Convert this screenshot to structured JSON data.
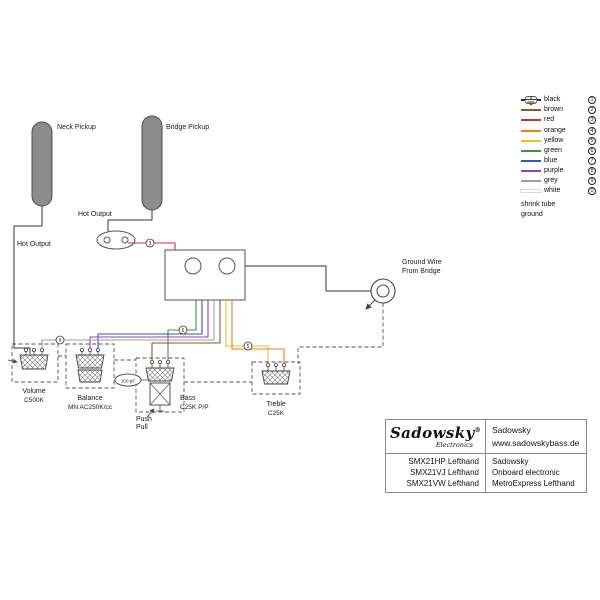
{
  "legend": {
    "items": [
      {
        "label": "black",
        "number": "1",
        "color": "#000000"
      },
      {
        "label": "brown",
        "number": "2",
        "color": "#8a5a2a"
      },
      {
        "label": "red",
        "number": "3",
        "color": "#d32f2f"
      },
      {
        "label": "orange",
        "number": "4",
        "color": "#ef7d1a"
      },
      {
        "label": "yellow",
        "number": "5",
        "color": "#e2c619"
      },
      {
        "label": "green",
        "number": "6",
        "color": "#3a9440"
      },
      {
        "label": "blue",
        "number": "7",
        "color": "#3553c4"
      },
      {
        "label": "purple",
        "number": "8",
        "color": "#8e44ad"
      },
      {
        "label": "grey",
        "number": "9",
        "color": "#9e9e9e"
      },
      {
        "label": "white",
        "number": "0",
        "color": "#ffffff"
      }
    ],
    "shrink_tube_label": "shrink tube",
    "ground_label": "ground"
  },
  "pickups": {
    "neck_label": "Neck Pickup",
    "bridge_label": "Bridge Pickup"
  },
  "labels": {
    "hot_output_neck": "Hot Output",
    "hot_output_bridge": "Hot Output",
    "ground_wire_line1": "Ground Wire",
    "ground_wire_line2": "From Bridge",
    "capacitor": "100 pF",
    "push": "Push",
    "pull": "Pull"
  },
  "pots": {
    "volume": {
      "name": "Volume",
      "value": "C500K"
    },
    "balance": {
      "name": "Balance",
      "value": "MN AC250K/cc"
    },
    "bass": {
      "name": "Bass",
      "value": "C25K P/P"
    },
    "treble": {
      "name": "Treble",
      "value": "C25K"
    }
  },
  "markers": [
    {
      "n": "3"
    },
    {
      "n": "9"
    },
    {
      "n": "6"
    },
    {
      "n": "5"
    }
  ],
  "title_block": {
    "logo_text": "Sadowsky",
    "logo_reg": "®",
    "logo_sub": "Electronics",
    "company": "Sadowsky",
    "website": "www.sadowskybass.de",
    "models": [
      "SMX21HP Lefthand",
      "SMX21VJ Lefthand",
      "SMX21VW Lefthand"
    ],
    "description": [
      "Sadowsky",
      "Onboard electronic",
      "MetroExpress Lefthand"
    ]
  }
}
